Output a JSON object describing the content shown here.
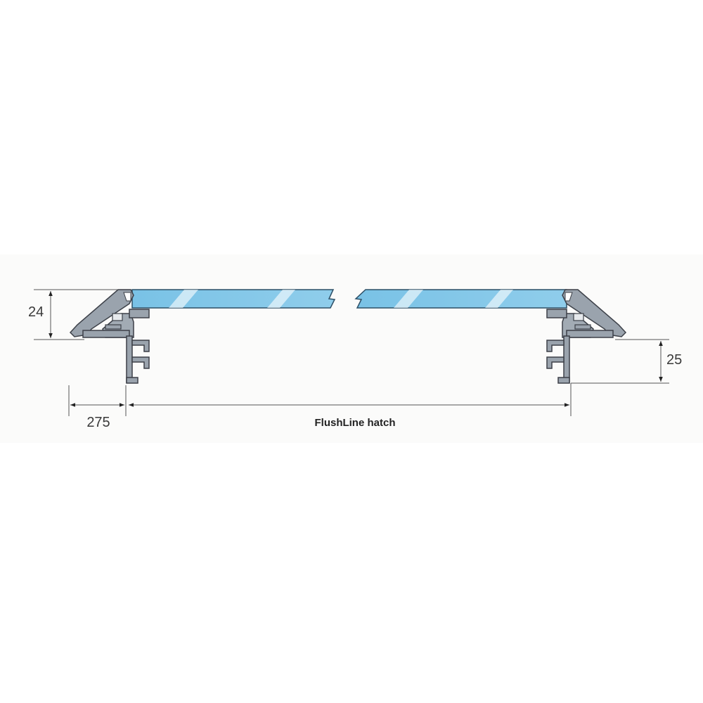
{
  "title": "FlushLine hatch",
  "dimensions": {
    "height_left": "24",
    "height_right": "25",
    "offset_left": "275",
    "span_label": "FlushLine hatch"
  },
  "colors": {
    "profile": "#9aa3ad",
    "profile_stroke": "#3c4048",
    "glass": "#7cc4e8",
    "glass_stroke": "#2d4f66",
    "dimension": "#555555"
  }
}
